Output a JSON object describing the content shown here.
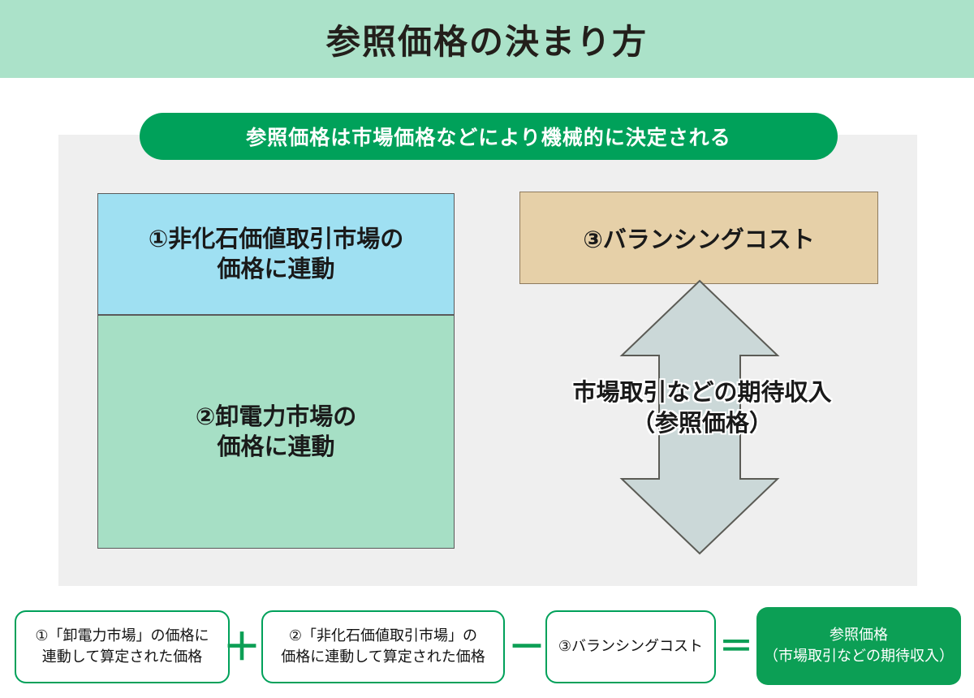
{
  "header": {
    "title": "参照価格の決まり方",
    "band_color": "#abe2c9"
  },
  "banner": {
    "text": "参照価格は市場価格などにより機械的に決定される",
    "background_color": "#00a15a",
    "text_color": "#ffffff"
  },
  "panel": {
    "background_color": "#efefef"
  },
  "diagram": {
    "stack": [
      {
        "id": "nonfossil",
        "label": "①非化石価値取引市場の\n価格に連動",
        "color": "#9fe0f2"
      },
      {
        "id": "wholesale",
        "label": "②卸電力市場の\n価格に連動",
        "color": "#a6dfc5"
      }
    ],
    "balancing": {
      "label": "③バランシングコスト",
      "color": "#e6d0a8"
    },
    "arrow": {
      "label": "市場取引などの期待収入\n（参照価格）",
      "fill_color": "#cbd8d8",
      "stroke_color": "#5b5b55",
      "direction": "double-vertical"
    }
  },
  "formula": {
    "terms": [
      {
        "id": "term-1",
        "label": "①「卸電力市場」の価格に\n連動して算定された価格"
      },
      {
        "id": "term-2",
        "label": "②「非化石価値取引市場」の\n価格に連動して算定された価格"
      },
      {
        "id": "term-3",
        "label": "③バランシングコスト"
      }
    ],
    "operators": {
      "plus": "＋",
      "minus": "－",
      "equals": "＝"
    },
    "result": {
      "label": "参照価格\n（市場取引などの期待収入）",
      "background_color": "#0c9f55",
      "text_color": "#ffffff"
    },
    "accent_color": "#00a15a"
  }
}
